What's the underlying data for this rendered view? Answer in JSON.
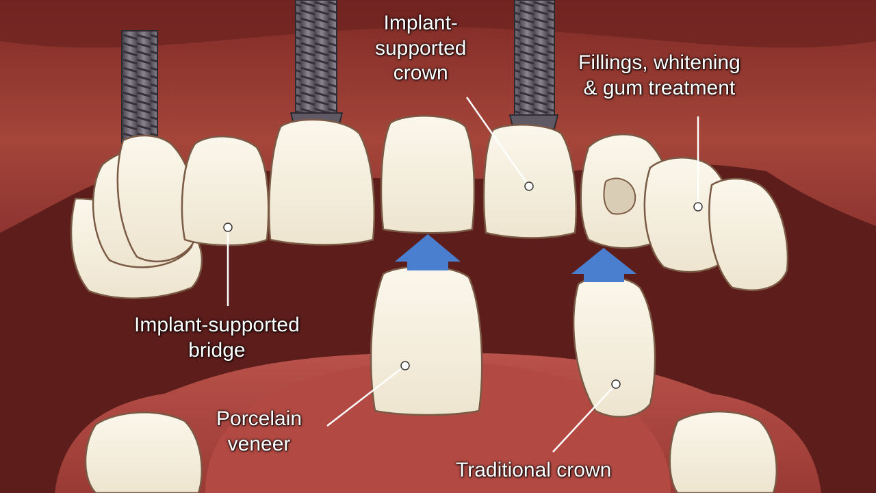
{
  "diagram": {
    "labels": {
      "implant_crown": [
        "Implant-",
        "supported",
        "crown"
      ],
      "fillings": [
        "Fillings, whitening",
        "& gum treatment"
      ],
      "implant_bridge": [
        "Implant-supported",
        "bridge"
      ],
      "veneer": [
        "Porcelain",
        "veneer"
      ],
      "traditional_crown": [
        "Traditional crown"
      ]
    },
    "colors": {
      "gum": "#9e3b32",
      "gum_dark": "#6b211d",
      "tooth": "#f6f0e0",
      "tooth_outline": "#7a5a45",
      "arrow": "#4a7fd0",
      "screw": "#6a6470",
      "leader": "#ffffff"
    },
    "icons": [
      "implant-screw-icon",
      "up-arrow-icon"
    ]
  }
}
